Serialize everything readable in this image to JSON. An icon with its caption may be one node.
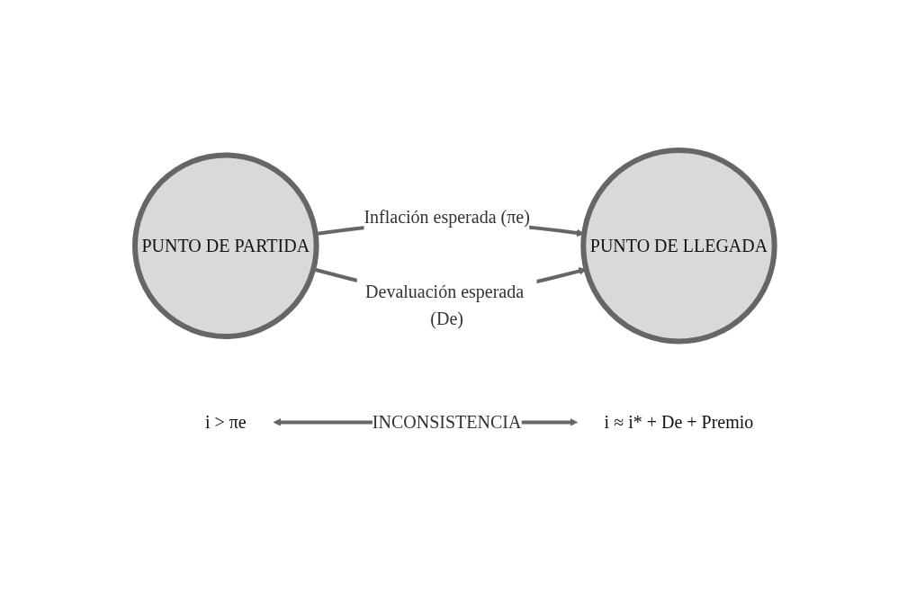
{
  "diagram": {
    "nodes": [
      {
        "text": [
          "PUNTO DE PARTIDA"
        ]
      },
      {
        "text": [
          "PUNTO DE LLEGADA"
        ]
      },
      {
        "text": [
          "i > πe"
        ]
      },
      {
        "text": [
          "i ≈ i* + De + Premio"
        ]
      }
    ],
    "edges": [
      {
        "from": 0,
        "to": 1,
        "arrow": "to",
        "label": "Inflación esperada (πe)"
      },
      {
        "from": 2,
        "to": 3,
        "arrow": "both",
        "label": "INCONSISTENCIA"
      },
      {
        "from": 0,
        "to": 1,
        "arrow": "to",
        "label": "Devaluación esperada (De)"
      }
    ]
  }
}
